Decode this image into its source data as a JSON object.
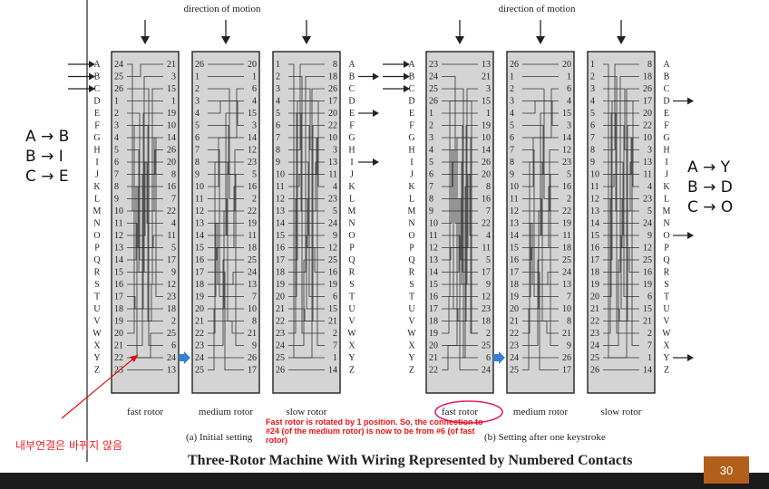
{
  "figure": {
    "direction_label": "direction of motion",
    "rotor_names": [
      "fast rotor",
      "medium rotor",
      "slow rotor"
    ],
    "letters": [
      "A",
      "B",
      "C",
      "D",
      "E",
      "F",
      "G",
      "H",
      "I",
      "J",
      "K",
      "L",
      "M",
      "N",
      "O",
      "P",
      "Q",
      "R",
      "S",
      "T",
      "U",
      "V",
      "W",
      "X",
      "Y",
      "Z"
    ],
    "initial": {
      "caption": "(a) Initial setting",
      "rotors": [
        {
          "left": [
            24,
            25,
            26,
            1,
            2,
            3,
            4,
            5,
            6,
            7,
            8,
            9,
            10,
            11,
            12,
            13,
            14,
            15,
            16,
            17,
            18,
            19,
            20,
            21,
            22,
            23
          ],
          "right": [
            21,
            3,
            15,
            1,
            19,
            10,
            14,
            26,
            20,
            8,
            16,
            7,
            22,
            4,
            11,
            5,
            17,
            9,
            12,
            23,
            18,
            2,
            25,
            6,
            24,
            13
          ],
          "pairs": [
            [
              0,
              12
            ],
            [
              1,
              0
            ],
            [
              2,
              23
            ],
            [
              3,
              3
            ],
            [
              4,
              16
            ],
            [
              5,
              21
            ],
            [
              6,
              19
            ],
            [
              7,
              17
            ],
            [
              8,
              13
            ],
            [
              9,
              7
            ],
            [
              10,
              15
            ],
            [
              11,
              11
            ],
            [
              12,
              6
            ],
            [
              13,
              24
            ],
            [
              14,
              8
            ],
            [
              15,
              14
            ],
            [
              16,
              10
            ],
            [
              17,
              1
            ],
            [
              18,
              2
            ],
            [
              19,
              20
            ],
            [
              20,
              4
            ],
            [
              21,
              18
            ],
            [
              22,
              5
            ],
            [
              23,
              9
            ],
            [
              24,
              22
            ],
            [
              25,
              25
            ]
          ]
        },
        {
          "left": [
            26,
            1,
            2,
            3,
            4,
            5,
            6,
            7,
            8,
            9,
            10,
            11,
            12,
            13,
            14,
            15,
            16,
            17,
            18,
            19,
            20,
            21,
            22,
            23,
            24,
            25
          ],
          "right": [
            20,
            1,
            6,
            4,
            15,
            3,
            14,
            12,
            23,
            5,
            16,
            2,
            22,
            19,
            11,
            18,
            25,
            24,
            13,
            7,
            10,
            8,
            21,
            9,
            26,
            17
          ],
          "pairs": [
            [
              0,
              0
            ],
            [
              1,
              1
            ],
            [
              2,
              11
            ],
            [
              3,
              5
            ],
            [
              4,
              3
            ],
            [
              5,
              9
            ],
            [
              6,
              2
            ],
            [
              7,
              19
            ],
            [
              8,
              21
            ],
            [
              9,
              23
            ],
            [
              10,
              6
            ],
            [
              11,
              14
            ],
            [
              12,
              7
            ],
            [
              13,
              18
            ],
            [
              14,
              4
            ],
            [
              15,
              10
            ],
            [
              16,
              15
            ],
            [
              17,
              25
            ],
            [
              18,
              17
            ],
            [
              19,
              13
            ],
            [
              20,
              12
            ],
            [
              21,
              22
            ],
            [
              22,
              8
            ],
            [
              23,
              16
            ],
            [
              24,
              24
            ],
            [
              25,
              20
            ]
          ]
        },
        {
          "left": [
            1,
            2,
            3,
            4,
            5,
            6,
            7,
            8,
            9,
            10,
            11,
            12,
            13,
            14,
            15,
            16,
            17,
            18,
            19,
            20,
            21,
            22,
            23,
            24,
            25,
            26
          ],
          "right": [
            8,
            18,
            26,
            17,
            20,
            22,
            10,
            3,
            13,
            11,
            4,
            23,
            5,
            24,
            9,
            12,
            25,
            16,
            19,
            6,
            15,
            21,
            2,
            7,
            1,
            14
          ],
          "pairs": [
            [
              0,
              24
            ],
            [
              1,
              22
            ],
            [
              2,
              7
            ],
            [
              3,
              10
            ],
            [
              4,
              12
            ],
            [
              5,
              19
            ],
            [
              6,
              23
            ],
            [
              7,
              0
            ],
            [
              8,
              14
            ],
            [
              9,
              6
            ],
            [
              10,
              9
            ],
            [
              11,
              15
            ],
            [
              12,
              8
            ],
            [
              13,
              13
            ],
            [
              14,
              20
            ],
            [
              15,
              17
            ],
            [
              16,
              3
            ],
            [
              17,
              1
            ],
            [
              18,
              18
            ],
            [
              19,
              4
            ],
            [
              20,
              21
            ],
            [
              21,
              5
            ],
            [
              22,
              11
            ],
            [
              23,
              16
            ],
            [
              24,
              2
            ],
            [
              25,
              25
            ]
          ]
        }
      ]
    },
    "after": {
      "caption": "(b) Setting after one keystroke",
      "rotors": [
        {
          "left": [
            23,
            24,
            25,
            26,
            1,
            2,
            3,
            4,
            5,
            6,
            7,
            8,
            9,
            10,
            11,
            12,
            13,
            14,
            15,
            16,
            17,
            18,
            19,
            20,
            21,
            22
          ],
          "right": [
            13,
            21,
            3,
            15,
            1,
            19,
            10,
            14,
            26,
            20,
            8,
            16,
            7,
            22,
            4,
            11,
            5,
            17,
            9,
            12,
            23,
            18,
            2,
            25,
            6,
            24
          ],
          "pairs": [
            [
              0,
              0
            ],
            [
              1,
              13
            ],
            [
              2,
              24
            ],
            [
              3,
              22
            ],
            [
              4,
              4
            ],
            [
              5,
              17
            ],
            [
              6,
              22
            ],
            [
              7,
              20
            ],
            [
              8,
              18
            ],
            [
              9,
              14
            ],
            [
              10,
              8
            ],
            [
              11,
              16
            ],
            [
              12,
              12
            ],
            [
              13,
              7
            ],
            [
              14,
              25
            ],
            [
              15,
              9
            ],
            [
              16,
              15
            ],
            [
              17,
              11
            ],
            [
              18,
              2
            ],
            [
              19,
              3
            ],
            [
              20,
              21
            ],
            [
              21,
              5
            ],
            [
              22,
              19
            ],
            [
              23,
              6
            ],
            [
              24,
              10
            ],
            [
              25,
              23
            ]
          ]
        },
        {
          "left": [
            26,
            1,
            2,
            3,
            4,
            5,
            6,
            7,
            8,
            9,
            10,
            11,
            12,
            13,
            14,
            15,
            16,
            17,
            18,
            19,
            20,
            21,
            22,
            23,
            24,
            25
          ],
          "right": [
            20,
            1,
            6,
            4,
            15,
            3,
            14,
            12,
            23,
            5,
            16,
            2,
            22,
            19,
            11,
            18,
            25,
            24,
            13,
            7,
            10,
            8,
            21,
            9,
            26,
            17
          ],
          "pairs": [
            [
              0,
              0
            ],
            [
              1,
              1
            ],
            [
              2,
              11
            ],
            [
              3,
              5
            ],
            [
              4,
              3
            ],
            [
              5,
              9
            ],
            [
              6,
              2
            ],
            [
              7,
              19
            ],
            [
              8,
              21
            ],
            [
              9,
              23
            ],
            [
              10,
              6
            ],
            [
              11,
              14
            ],
            [
              12,
              7
            ],
            [
              13,
              18
            ],
            [
              14,
              4
            ],
            [
              15,
              10
            ],
            [
              16,
              15
            ],
            [
              17,
              25
            ],
            [
              18,
              17
            ],
            [
              19,
              13
            ],
            [
              20,
              12
            ],
            [
              21,
              22
            ],
            [
              22,
              8
            ],
            [
              23,
              16
            ],
            [
              24,
              24
            ],
            [
              25,
              20
            ]
          ]
        },
        {
          "left": [
            1,
            2,
            3,
            4,
            5,
            6,
            7,
            8,
            9,
            10,
            11,
            12,
            13,
            14,
            15,
            16,
            17,
            18,
            19,
            20,
            21,
            22,
            23,
            24,
            25,
            26
          ],
          "right": [
            8,
            18,
            26,
            17,
            20,
            22,
            10,
            3,
            13,
            11,
            4,
            23,
            5,
            24,
            9,
            12,
            25,
            16,
            19,
            6,
            15,
            21,
            2,
            7,
            1,
            14
          ],
          "pairs": [
            [
              0,
              24
            ],
            [
              1,
              22
            ],
            [
              2,
              7
            ],
            [
              3,
              10
            ],
            [
              4,
              12
            ],
            [
              5,
              19
            ],
            [
              6,
              23
            ],
            [
              7,
              0
            ],
            [
              8,
              14
            ],
            [
              9,
              6
            ],
            [
              10,
              9
            ],
            [
              11,
              15
            ],
            [
              12,
              8
            ],
            [
              13,
              13
            ],
            [
              14,
              20
            ],
            [
              15,
              17
            ],
            [
              16,
              3
            ],
            [
              17,
              1
            ],
            [
              18,
              18
            ],
            [
              19,
              4
            ],
            [
              20,
              21
            ],
            [
              21,
              5
            ],
            [
              22,
              11
            ],
            [
              23,
              16
            ],
            [
              24,
              2
            ],
            [
              25,
              25
            ]
          ]
        }
      ]
    },
    "initial_output_rows": [
      1,
      4,
      8
    ],
    "after_output_rows": [
      3,
      14,
      24
    ]
  },
  "mappings": {
    "initial": "A → B\nB → I\nC → E",
    "after": "A → Y\nB → D\nC → O"
  },
  "annotations": {
    "korean_note": "내부연결은 바뀌지 않음",
    "red_note": "Fast rotor is rotated by 1 position. So, the connection to #24 (of the medium rotor) is now to be from #6 (of fast rotor)"
  },
  "slide": {
    "title": "Three-Rotor Machine With Wiring Represented by Numbered Contacts",
    "page_number": "30"
  },
  "colors": {
    "rotor_fill": "#d4d4d4",
    "wire": "#333333",
    "red": "#e11111",
    "blue_arrow": "#3b7fd0",
    "circle": "#e0206a",
    "page_box": "#b25f1c"
  }
}
